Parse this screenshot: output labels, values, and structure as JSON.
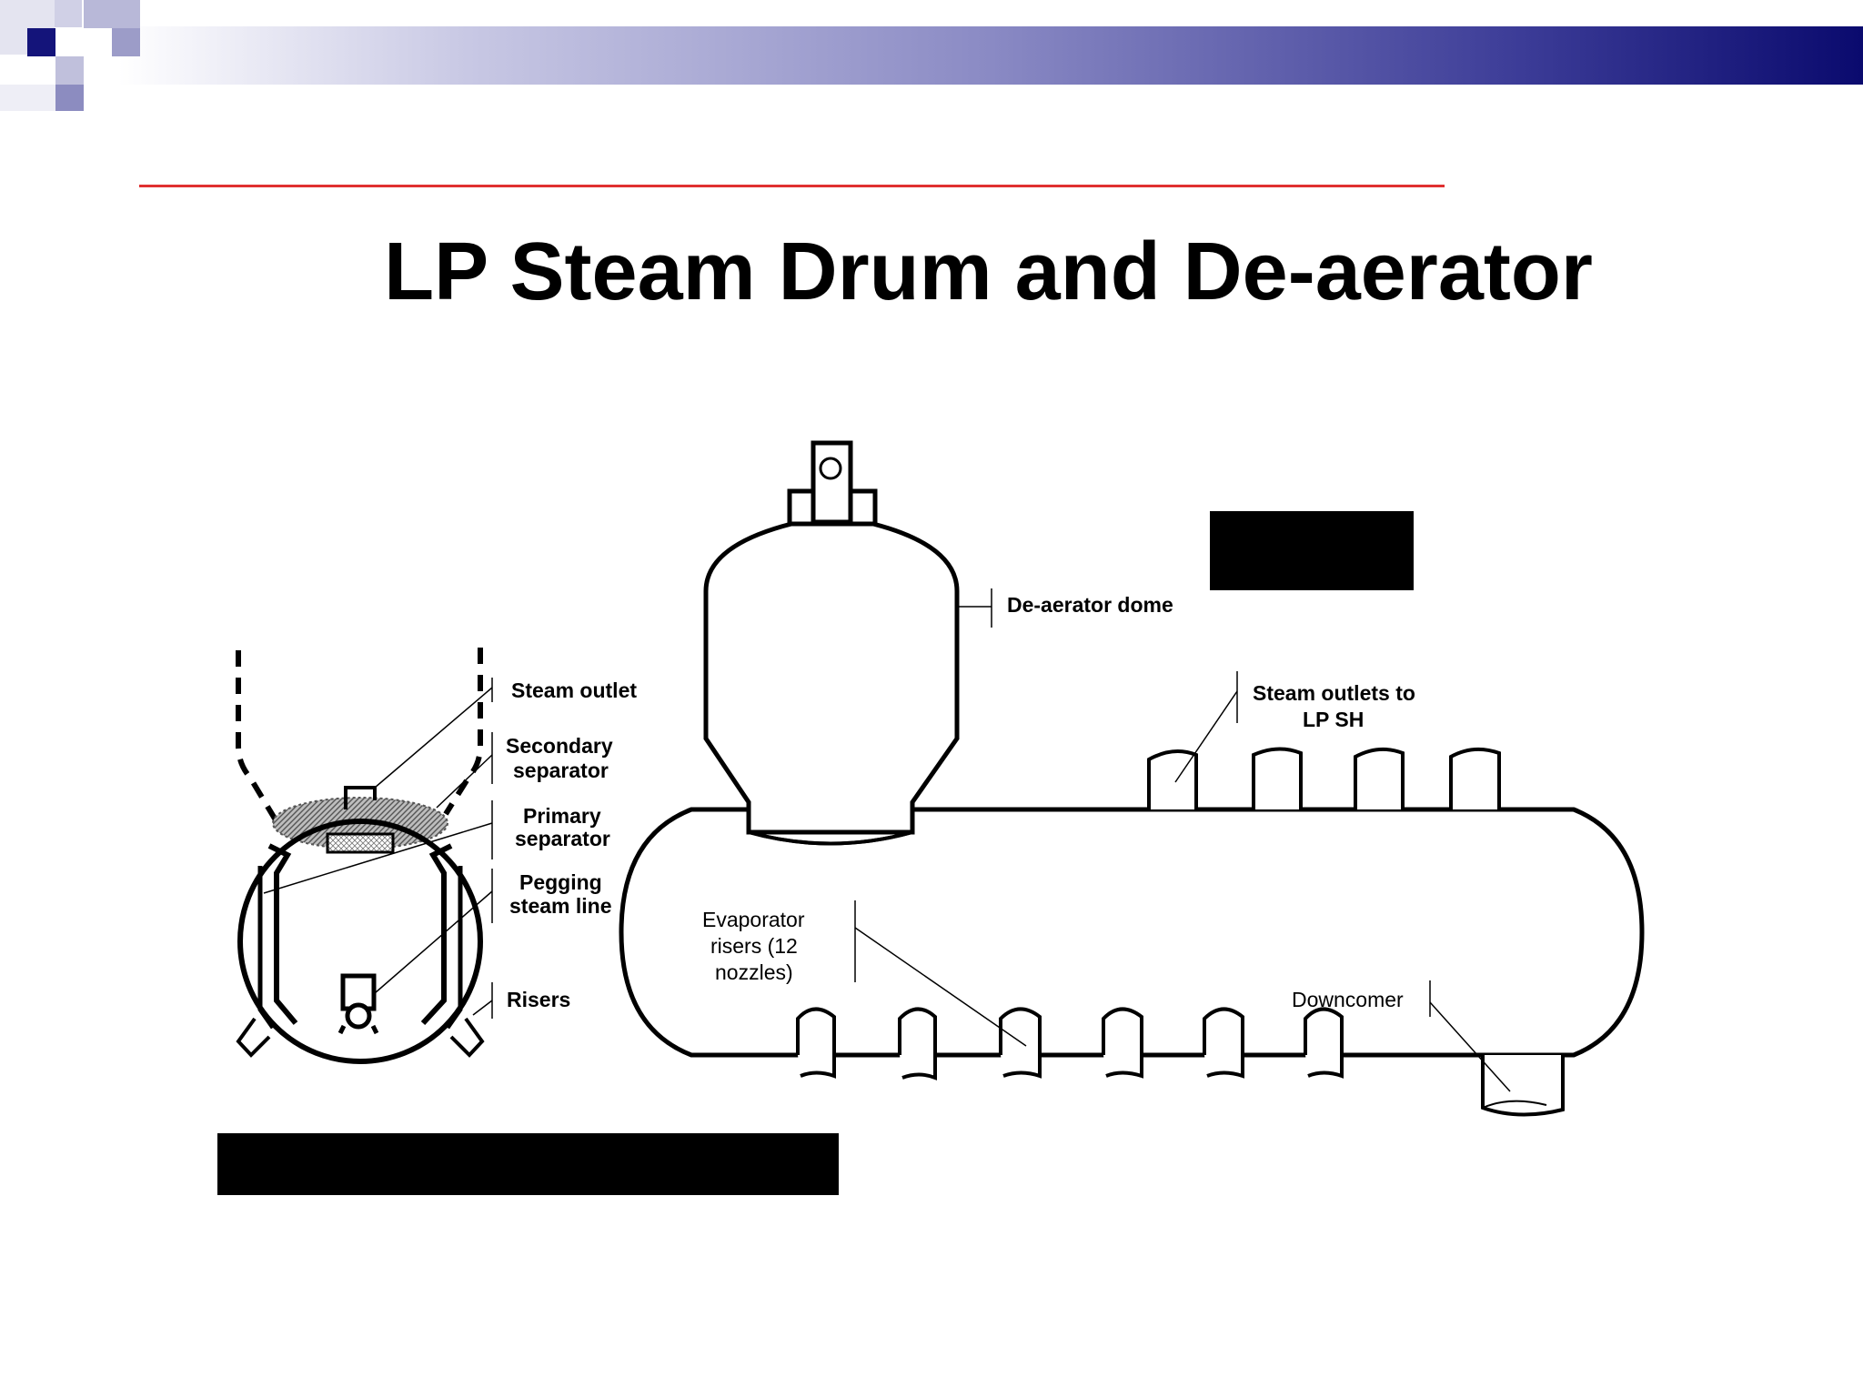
{
  "slide": {
    "title": "LP Steam Drum and De-aerator",
    "colors": {
      "header_gradient_end": "#0a0a6e",
      "accent_line": "#e03030",
      "square_dark": "#14147a",
      "square_light": "#9c9cc8"
    }
  },
  "cross_section_labels": {
    "steam_outlet": "Steam outlet",
    "secondary_separator_1": "Secondary",
    "secondary_separator_2": "separator",
    "primary_separator_1": "Primary",
    "primary_separator_2": "separator",
    "pegging_steam_1": "Pegging",
    "pegging_steam_2": "steam line",
    "risers": "Risers"
  },
  "drum_labels": {
    "deaerator_dome": "De-aerator dome",
    "steam_outlets_1": "Steam outlets to",
    "steam_outlets_2": "LP SH",
    "evaporator_1": "Evaporator",
    "evaporator_2": "risers (12",
    "evaporator_3": "nozzles)",
    "downcomer": "Downcomer"
  }
}
